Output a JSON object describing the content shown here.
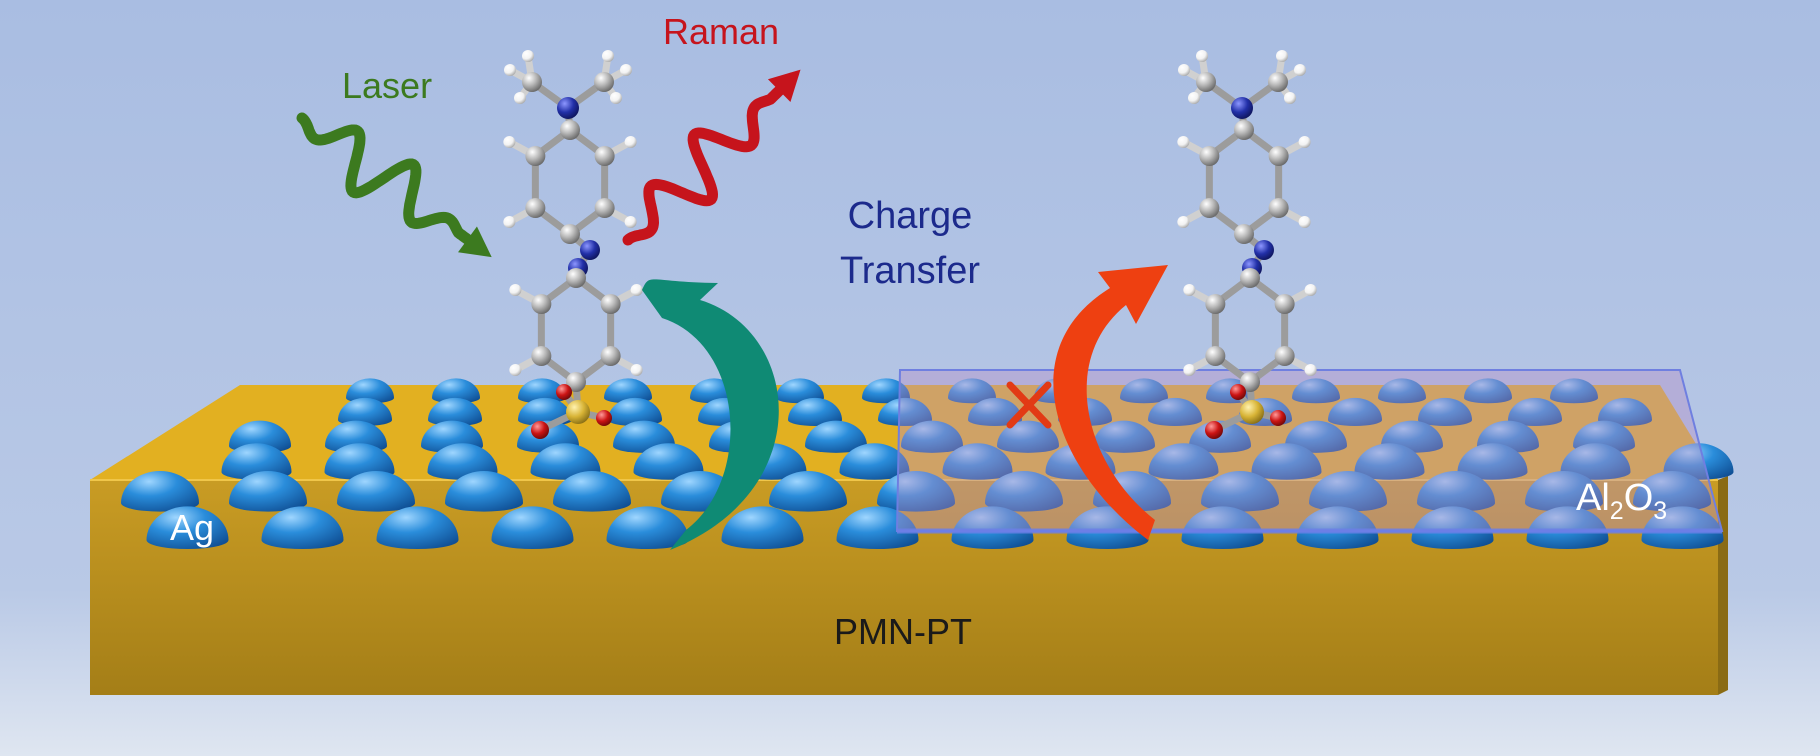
{
  "labels": {
    "laser": "Laser",
    "raman": "Raman",
    "charge_line1": "Charge",
    "charge_line2": "Transfer",
    "ag": "Ag",
    "substrate": "PMN-PT",
    "alumina_al": "Al",
    "alumina_sub1": "2",
    "alumina_o": "O",
    "alumina_sub2": "3"
  },
  "colors": {
    "background_top": "#a9bde2",
    "background_bottom": "#d9e2ef",
    "substrate_top": "#e2b021",
    "substrate_front": "#bf9420",
    "substrate_side": "#8a6b14",
    "nanoparticle": "#2a8ddb",
    "nanoparticle_highlight": "#9fd6ff",
    "nanoparticle_shadow": "#0f4e93",
    "alumina_layer": "#7c8fe6",
    "laser": "#3c7a1f",
    "raman": "#c6141c",
    "charge_text": "#1c2a8c",
    "cross": "#e23a15",
    "arrow_left": "#0f8a74",
    "arrow_right": "#ee4011",
    "carbon_atom": "#a6a6a6",
    "hydrogen_atom": "#f5f5f5",
    "nitrogen_atom": "#2230a8",
    "oxygen_atom": "#cc1414",
    "sulfur_atom": "#d8b436"
  },
  "icons": {
    "laser_wave": "wavy-arrow-icon",
    "raman_wave": "wavy-arrow-icon",
    "charge_transfer_arrow": "curved-arrow-icon",
    "blocked_transfer": "cross-icon",
    "molecule": "molecule-icon"
  }
}
